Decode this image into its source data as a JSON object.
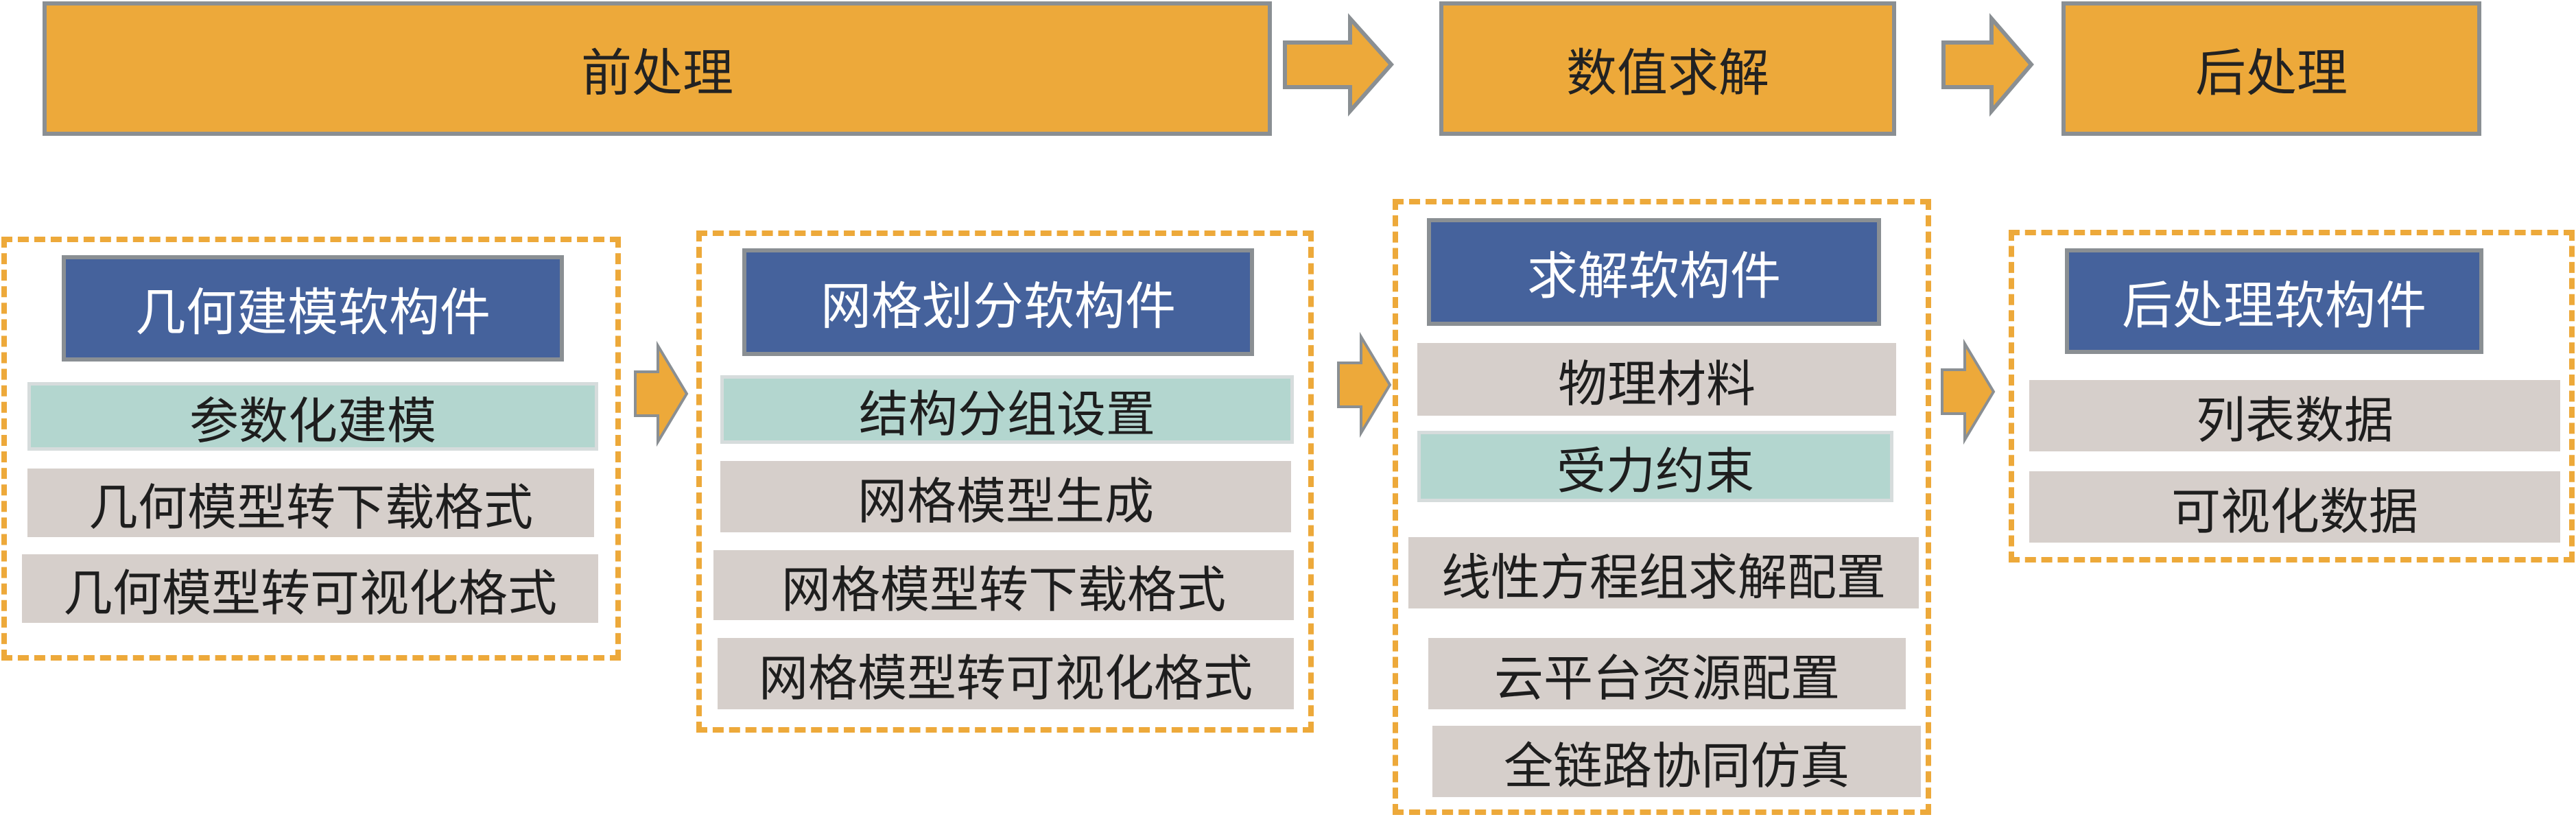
{
  "stages": {
    "pre": "前处理",
    "solve": "数值求解",
    "post": "后处理"
  },
  "groups": {
    "geometry": {
      "title": "几何建模软构件",
      "items": [
        "参数化建模",
        "几何模型转下载格式",
        "几何模型转可视化格式"
      ]
    },
    "mesh": {
      "title": "网格划分软构件",
      "items": [
        "结构分组设置",
        "网格模型生成",
        "网格模型转下载格式",
        "网格模型转可视化格式"
      ]
    },
    "solver": {
      "title": "求解软构件",
      "items": [
        "物理材料",
        "受力约束",
        "线性方程组求解配置",
        "云平台资源配置",
        "全链路协同仿真"
      ]
    },
    "postproc": {
      "title": "后处理软构件",
      "items": [
        "列表数据",
        "可视化数据"
      ]
    }
  },
  "colors": {
    "orange": "#eda93a",
    "header_blue": "#45629c",
    "teal": "#b3d6cf",
    "grey": "#d6cfcb",
    "border_grey": "#8a8f93"
  }
}
